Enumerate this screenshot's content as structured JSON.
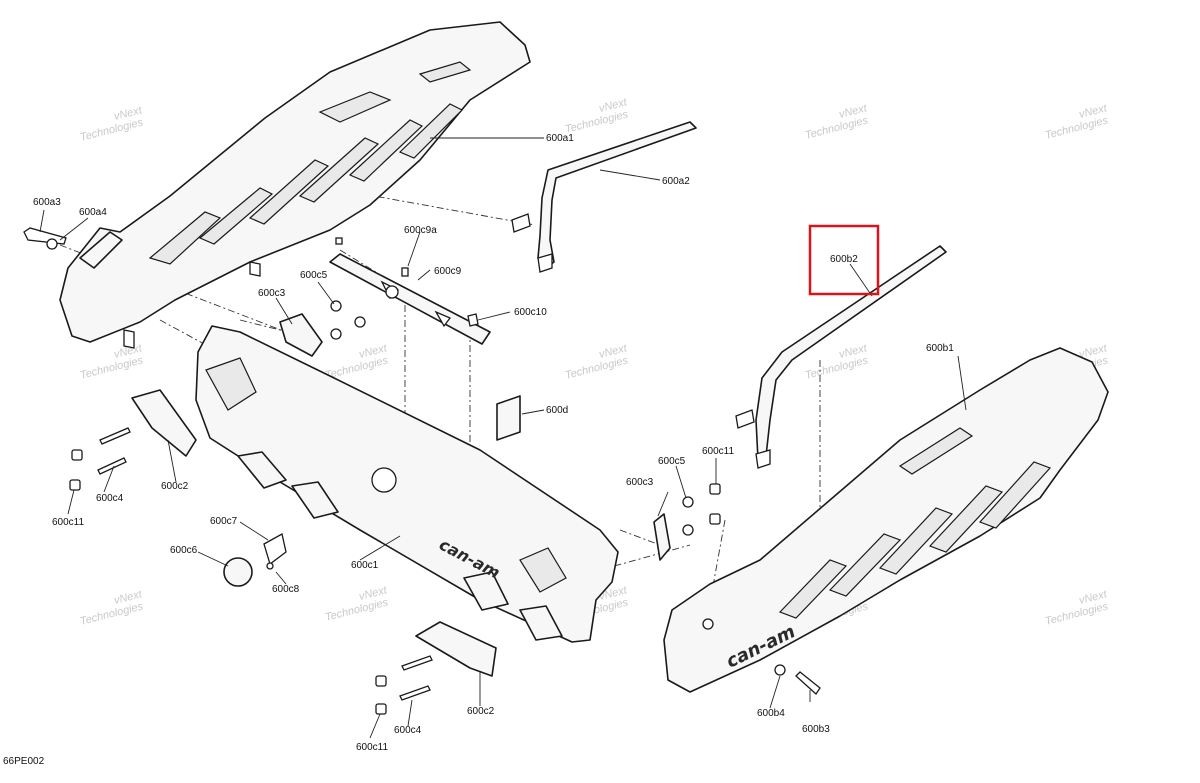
{
  "diagram": {
    "document_code": "66PE002",
    "watermark_text": [
      "vNext",
      "Technologies"
    ],
    "brand_text": "can-am",
    "highlight_color": "#d9141b",
    "callouts": [
      {
        "id": "600a1",
        "text": "600a1"
      },
      {
        "id": "600a2",
        "text": "600a2"
      },
      {
        "id": "600a3",
        "text": "600a3"
      },
      {
        "id": "600a4",
        "text": "600a4"
      },
      {
        "id": "600b1",
        "text": "600b1"
      },
      {
        "id": "600b2",
        "text": "600b2",
        "highlighted": true
      },
      {
        "id": "600b3",
        "text": "600b3"
      },
      {
        "id": "600b4",
        "text": "600b4"
      },
      {
        "id": "600c1",
        "text": "600c1"
      },
      {
        "id": "600c2-a",
        "text": "600c2"
      },
      {
        "id": "600c2-b",
        "text": "600c2"
      },
      {
        "id": "600c3-a",
        "text": "600c3"
      },
      {
        "id": "600c3-b",
        "text": "600c3"
      },
      {
        "id": "600c4-a",
        "text": "600c4"
      },
      {
        "id": "600c4-b",
        "text": "600c4"
      },
      {
        "id": "600c5-a",
        "text": "600c5"
      },
      {
        "id": "600c5-b",
        "text": "600c5"
      },
      {
        "id": "600c6",
        "text": "600c6"
      },
      {
        "id": "600c7",
        "text": "600c7"
      },
      {
        "id": "600c8",
        "text": "600c8"
      },
      {
        "id": "600c9",
        "text": "600c9"
      },
      {
        "id": "600c9a",
        "text": "600c9a"
      },
      {
        "id": "600c10",
        "text": "600c10"
      },
      {
        "id": "600c11-a",
        "text": "600c11"
      },
      {
        "id": "600c11-b",
        "text": "600c11"
      },
      {
        "id": "600c11-c",
        "text": "600c11"
      },
      {
        "id": "600d",
        "text": "600d"
      }
    ]
  }
}
